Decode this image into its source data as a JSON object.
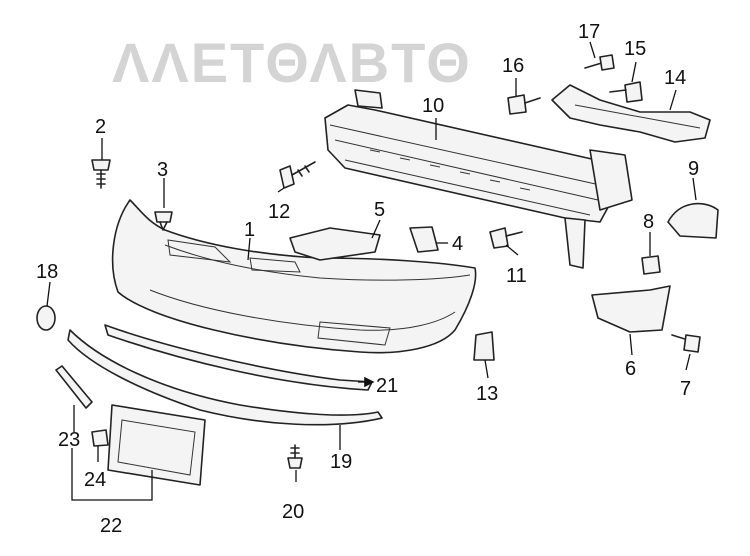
{
  "watermark": "ΛΛΕΤΘΛΒΤΘ",
  "callouts": [
    "1",
    "2",
    "3",
    "4",
    "5",
    "6",
    "7",
    "8",
    "9",
    "10",
    "11",
    "12",
    "13",
    "14",
    "15",
    "16",
    "17",
    "18",
    "19",
    "20",
    "21",
    "22",
    "23",
    "24"
  ],
  "colors": {
    "line": "#222222",
    "watermark": "#d4d4d4",
    "background": "#ffffff"
  }
}
